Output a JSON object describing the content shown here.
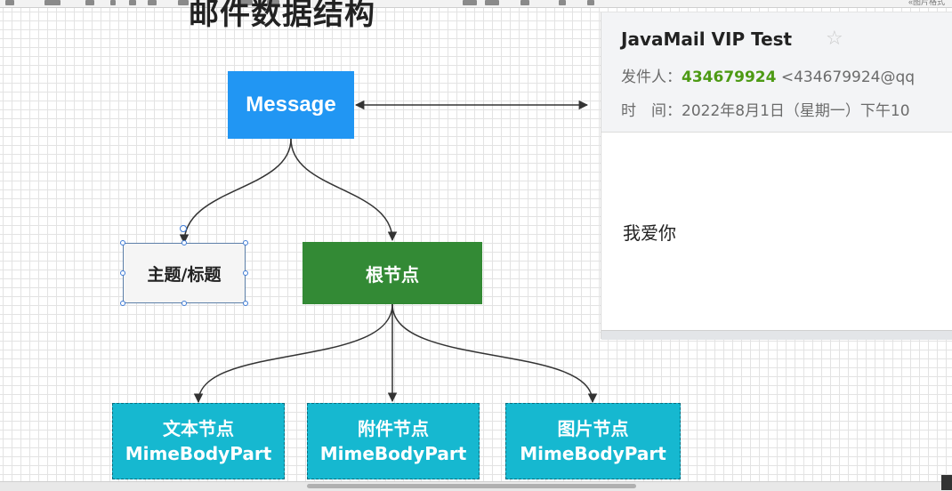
{
  "toolbar": {
    "right_label": "«图片格式"
  },
  "diagram": {
    "title": "邮件数据结构",
    "nodes": {
      "message": "Message",
      "subject": "主题/标题",
      "root": "根节点",
      "text_node": {
        "line1": "文本节点",
        "line2": "MimeBodyPart"
      },
      "attachment_node": {
        "line1": "附件节点",
        "line2": "MimeBodyPart"
      },
      "image_node": {
        "line1": "图片节点",
        "line2": "MimeBodyPart"
      }
    },
    "colors": {
      "message": "#2196f3",
      "root": "#338a35",
      "leaf": "#16b8d0",
      "subject": "#f5f5f5"
    }
  },
  "email": {
    "subject": "JavaMail VIP Test",
    "star_icon": "star-outline-icon",
    "from_label": "发件人：",
    "sender_name": "434679924",
    "sender_address": "<434679924@qq",
    "time_label": "时　间：",
    "time_value": "2022年8月1日（星期一）下午10",
    "body": "我爱你"
  }
}
